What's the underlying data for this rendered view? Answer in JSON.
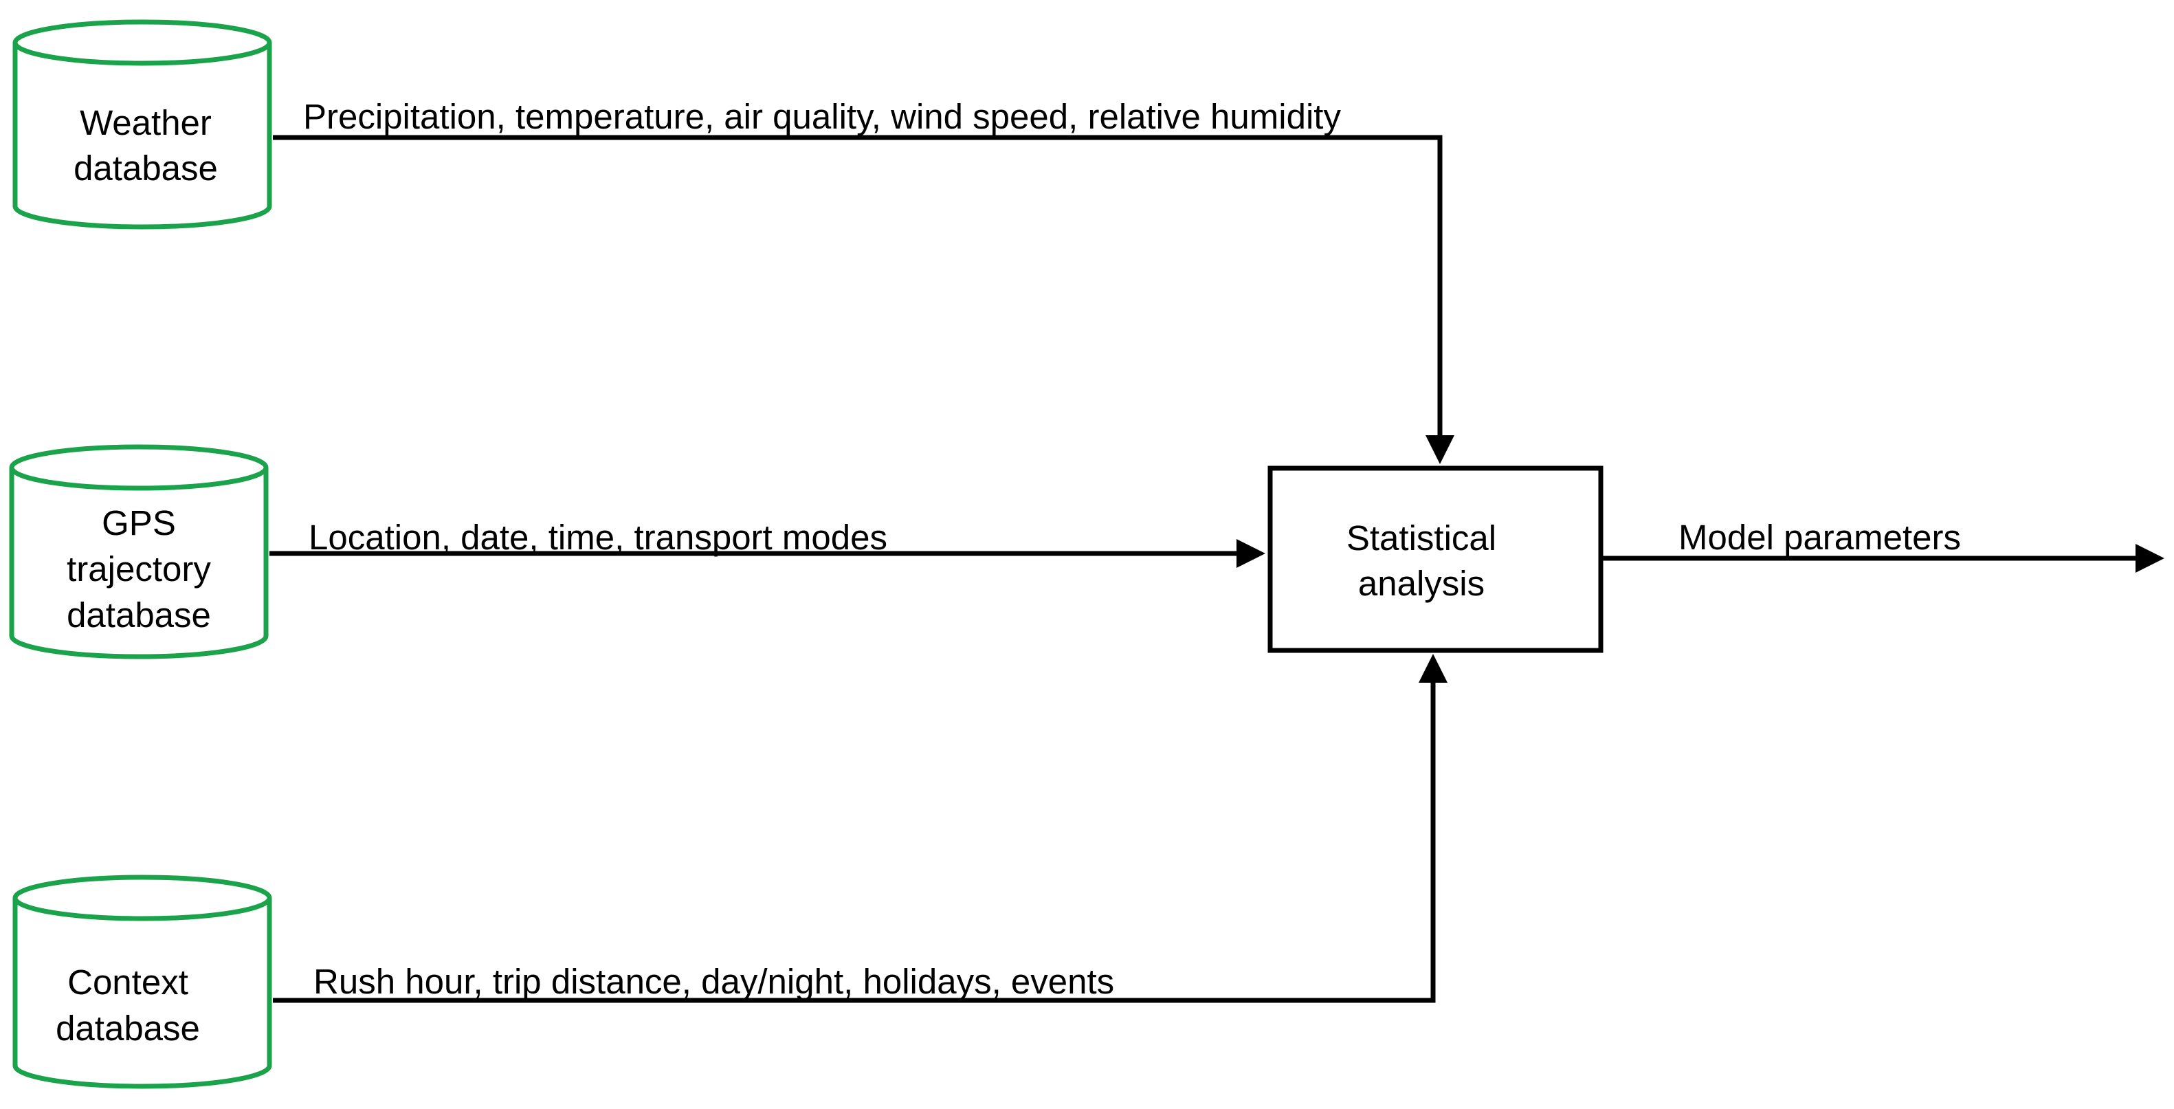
{
  "colors": {
    "database_stroke": "#1aa34a",
    "line": "#000000",
    "background": "#ffffff"
  },
  "databases": [
    {
      "id": "weather",
      "lines": [
        "Weather",
        "database"
      ]
    },
    {
      "id": "gps",
      "lines": [
        "GPS",
        "trajectory",
        "database"
      ]
    },
    {
      "id": "context",
      "lines": [
        "Context",
        "database"
      ]
    }
  ],
  "flows": {
    "weather": "Precipitation, temperature, air quality, wind speed, relative humidity",
    "gps": "Location, date, time, transport modes",
    "context": "Rush hour, trip distance, day/night, holidays, events",
    "output": "Model parameters"
  },
  "process": {
    "lines": [
      "Statistical",
      "analysis"
    ]
  }
}
